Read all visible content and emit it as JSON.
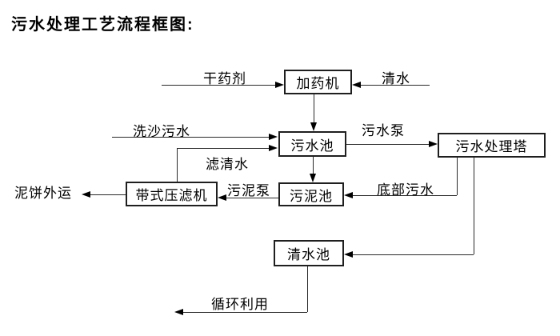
{
  "title": "污水处理工艺流程框图:",
  "colors": {
    "background": "#ffffff",
    "line": "#000000",
    "text": "#000000"
  },
  "nodes": {
    "dosing_machine": {
      "label": "加药机"
    },
    "sewage_pool": {
      "label": "污水池"
    },
    "treatment_tower": {
      "label": "污水处理塔"
    },
    "sludge_pool": {
      "label": "污泥池"
    },
    "belt_filter_press": {
      "label": "带式压滤机"
    },
    "clear_water_pool": {
      "label": "清水池"
    }
  },
  "flow_labels": {
    "dry_chemical": "干药剂",
    "clear_water": "清水",
    "sand_washing_sewage": "洗沙污水",
    "filtered_water": "滤清水",
    "sewage_pump": "污水泵",
    "bottom_sewage": "底部污水",
    "sludge_pump": "污泥泵",
    "mud_cake_out": "泥饼外运",
    "recycle": "循环利用"
  },
  "connections": [
    {
      "from": "输入",
      "to": "加药机",
      "label": "干药剂"
    },
    {
      "from": "输入",
      "to": "加药机",
      "label": "清水"
    },
    {
      "from": "加药机",
      "to": "污水池",
      "label": ""
    },
    {
      "from": "输入",
      "to": "污水池",
      "label": "洗沙污水"
    },
    {
      "from": "带式压滤机",
      "to": "污水池",
      "label": "滤清水"
    },
    {
      "from": "污水池",
      "to": "污水处理塔",
      "label": "污水泵"
    },
    {
      "from": "污水池",
      "to": "污泥池",
      "label": ""
    },
    {
      "from": "污水处理塔",
      "to": "污泥池",
      "label": "底部污水"
    },
    {
      "from": "污泥池",
      "to": "带式压滤机",
      "label": "污泥泵"
    },
    {
      "from": "带式压滤机",
      "to": "输出",
      "label": "泥饼外运"
    },
    {
      "from": "污水处理塔",
      "to": "清水池",
      "label": ""
    },
    {
      "from": "清水池",
      "to": "输出",
      "label": "循环利用"
    }
  ]
}
